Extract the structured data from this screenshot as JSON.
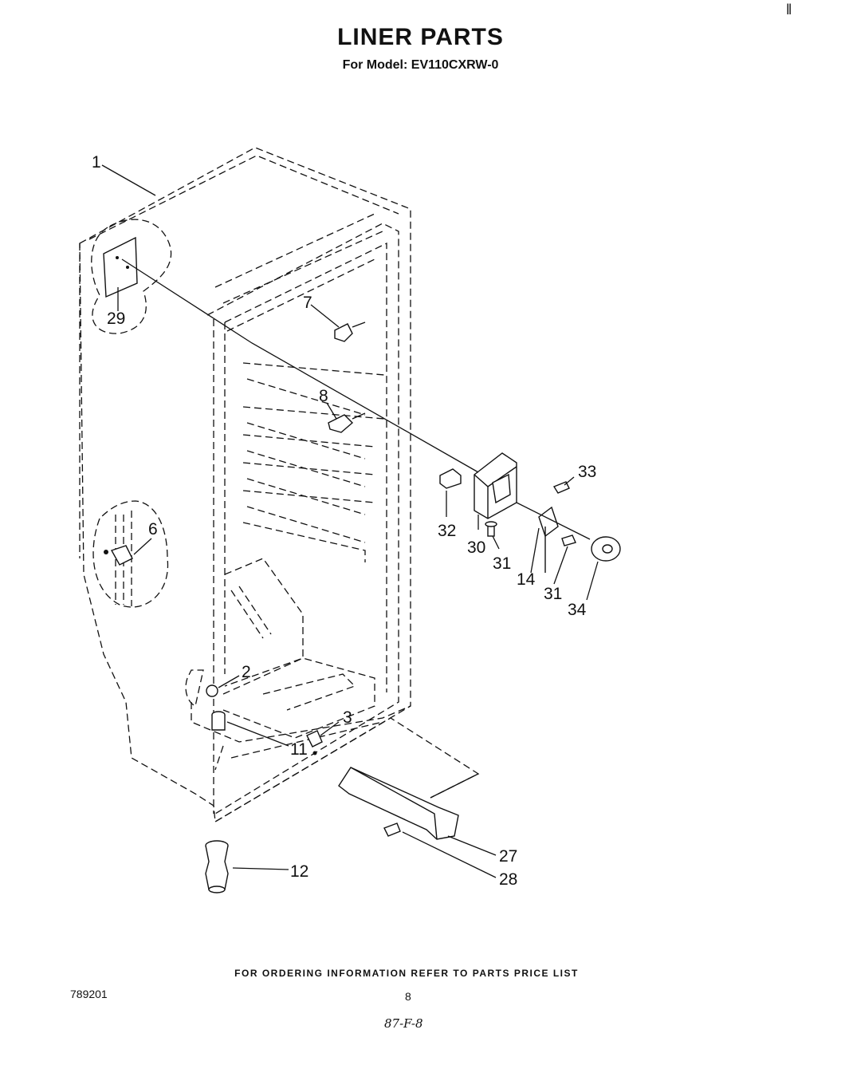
{
  "header": {
    "title": "LINER PARTS",
    "subtitle": "For Model: EV110CXRW-0"
  },
  "callouts": [
    {
      "id": "c1",
      "label": "1"
    },
    {
      "id": "c29",
      "label": "29"
    },
    {
      "id": "c7",
      "label": "7"
    },
    {
      "id": "c8",
      "label": "8"
    },
    {
      "id": "c6",
      "label": "6"
    },
    {
      "id": "c33",
      "label": "33"
    },
    {
      "id": "c32",
      "label": "32"
    },
    {
      "id": "c30",
      "label": "30"
    },
    {
      "id": "c31a",
      "label": "31"
    },
    {
      "id": "c14",
      "label": "14"
    },
    {
      "id": "c31b",
      "label": "31"
    },
    {
      "id": "c34",
      "label": "34"
    },
    {
      "id": "c2",
      "label": "2"
    },
    {
      "id": "c3",
      "label": "3"
    },
    {
      "id": "c11",
      "label": "11"
    },
    {
      "id": "c12",
      "label": "12"
    },
    {
      "id": "c27",
      "label": "27"
    },
    {
      "id": "c28",
      "label": "28"
    }
  ],
  "footer": {
    "note": "FOR ORDERING INFORMATION REFER TO PARTS PRICE LIST",
    "doc_number": "789201",
    "page_number": "8",
    "handwritten": "87-F-8",
    "corner_mark": "‖"
  }
}
